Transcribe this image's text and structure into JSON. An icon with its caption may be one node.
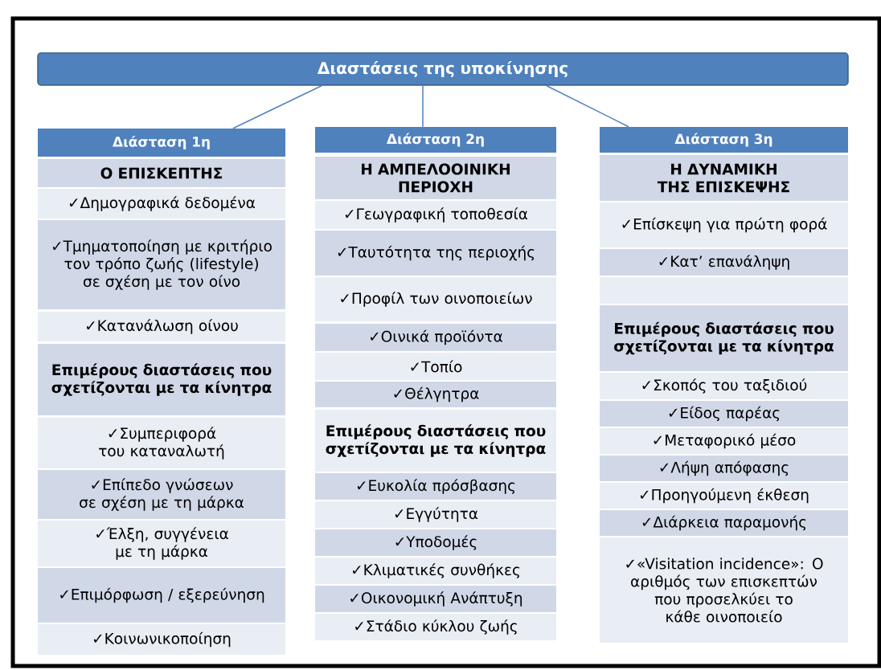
{
  "diagram": {
    "nodes": [
      {
        "text": [
          "Διαστάσεις της υποκίνησης"
        ]
      },
      {
        "text": [
          "Διάσταση 1η"
        ]
      },
      {
        "text": [
          "Ο ΕΠΙΣΚΕΠΤΗΣ"
        ]
      },
      {
        "text": [
          "✓Δημογραφικά δεδομένα"
        ]
      },
      {
        "text": [
          "✓Τμηματοποίηση με κριτήριο τον τρόπο ζωής (lifestyle) σε σχέση με τον οίνο"
        ]
      },
      {
        "text": [
          "✓Κατανάλωση οίνου"
        ]
      },
      {
        "text": [
          "Επιμέρους διαστάσεις που σχετίζονται με τα κίνητρα"
        ]
      },
      {
        "text": [
          "✓Συμπεριφορά του καταναλωτή"
        ]
      },
      {
        "text": [
          "✓Επίπεδο γνώσεων σε σχέση με τη μάρκα"
        ]
      },
      {
        "text": [
          "✓Έλξη, συγγένεια με τη μάρκα"
        ]
      },
      {
        "text": [
          "✓Επιμόρφωση / εξερεύνηση"
        ]
      },
      {
        "text": [
          "✓Κοινωνικοποίηση"
        ]
      },
      {
        "text": [
          "Διάσταση 2η"
        ]
      },
      {
        "text": [
          "Η ΑΜΠΕΛΟΟΙΝΙΚΗ ΠΕΡΙΟΧΗ"
        ]
      },
      {
        "text": [
          "✓Γεωγραφική τοποθεσία"
        ]
      },
      {
        "text": [
          "✓Ταυτότητα της περιοχής"
        ]
      },
      {
        "text": [
          "✓Προφίλ των οινοποιείων"
        ]
      },
      {
        "text": [
          "✓Οινικά προϊόντα"
        ]
      },
      {
        "text": [
          "✓Τοπίο"
        ]
      },
      {
        "text": [
          "✓Θέλγητρα"
        ]
      },
      {
        "text": [
          "Επιμέρους διαστάσεις που σχετίζονται με τα κίνητρα"
        ]
      },
      {
        "text": [
          "✓Ευκολία πρόσβασης"
        ]
      },
      {
        "text": [
          "✓Εγγύτητα"
        ]
      },
      {
        "text": [
          "✓Υποδομές"
        ]
      },
      {
        "text": [
          "✓Κλιματικές συνθήκες"
        ]
      },
      {
        "text": [
          "✓Οικονομική Ανάπτυξη"
        ]
      },
      {
        "text": [
          "✓Στάδιο κύκλου ζωής"
        ]
      },
      {
        "text": [
          "Διάσταση 3η"
        ]
      },
      {
        "text": [
          "Η ΔΥΝΑΜΙΚΗ ΤΗΣ ΕΠΙΣΚΕΨΗΣ"
        ]
      },
      {
        "text": [
          "✓Επίσκεψη για πρώτη φορά"
        ]
      },
      {
        "text": [
          "✓Κατ’ επανάληψη"
        ]
      },
      {
        "text": [],
        "shape": "box"
      },
      {
        "text": [
          "Επιμέρους διαστάσεις που σχετίζονται με τα κίνητρα"
        ]
      },
      {
        "text": [
          "✓Σκοπός του ταξιδιού"
        ]
      },
      {
        "text": [
          "✓Είδος παρέας"
        ]
      },
      {
        "text": [
          "✓Μεταφορικό μέσο"
        ]
      },
      {
        "text": [
          "✓Λήψη απόφασης"
        ]
      },
      {
        "text": [
          "✓Προηγούμενη έκθεση"
        ]
      },
      {
        "text": [
          "✓Διάρκεια παραμονής"
        ]
      },
      {
        "text": [
          "✓«Visitation incidence»: Ο αριθμός των επισκεπτών που προσελκύει το κάθε οινοποιείο"
        ]
      }
    ],
    "edges": [
      {
        "from": 0,
        "to": 1,
        "arrow": "none"
      },
      {
        "from": 0,
        "to": 12,
        "arrow": "none"
      },
      {
        "from": 0,
        "to": 27,
        "arrow": "none"
      }
    ]
  }
}
